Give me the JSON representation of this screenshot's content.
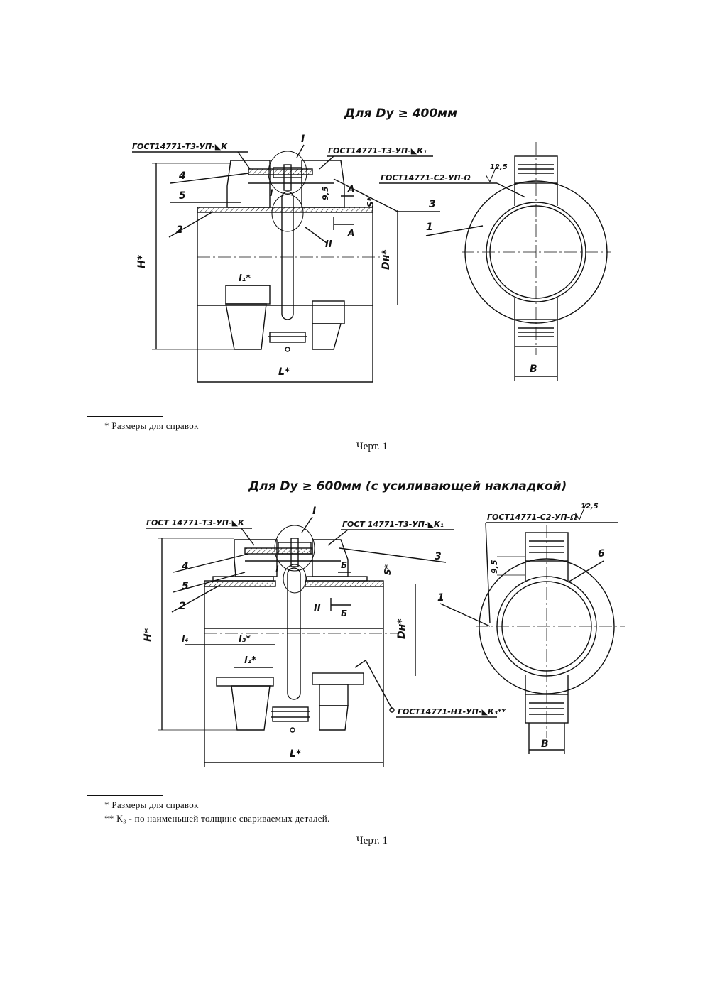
{
  "drawing1": {
    "title": "Для Dy ≥ 400мм",
    "weld_left": "ГОСТ14771-Т3-УП-◣К",
    "weld_right": "ГОСТ14771-Т3-УП-◣К₁",
    "weld_side": "ГОСТ14771-С2-УП-Ω",
    "roughness": "12,5",
    "pos_4": "4",
    "pos_5": "5",
    "pos_2": "2",
    "pos_3": "3",
    "pos_1": "1",
    "view_I": "I",
    "view_II": "II",
    "section": "А",
    "dim_l": "l",
    "dim_95": "9,5",
    "dim_S": "S*",
    "dim_Dn": "Dн*",
    "dim_H": "H*",
    "dim_L": "L*",
    "dim_l1": "l₁*",
    "dim_B": "B"
  },
  "footnote1": "* Размеры для справок",
  "caption1": "Черт. 1",
  "drawing2": {
    "title": "Для Dy ≥ 600мм  (с усиливающей накладкой)",
    "weld_left": "ГОСТ 14771-Т3-УП-◣К",
    "weld_right": "ГОСТ 14771-Т3-УП-◣К₁",
    "weld_side": "ГОСТ14771-С2-УП-Ω",
    "weld_bottom": "ГОСТ14771-Н1-УП-◣К₃**",
    "roughness": "12,5",
    "pos_4": "4",
    "pos_5": "5",
    "pos_2": "2",
    "pos_3": "3",
    "pos_1": "1",
    "pos_6": "6",
    "view_I": "I",
    "view_II": "II",
    "section": "Б",
    "dim_l": "l",
    "dim_95": "9,5",
    "dim_S": "S*",
    "dim_Dn": "Dн*",
    "dim_H": "H*",
    "dim_L": "L*",
    "dim_l1": "l₁*",
    "dim_l3": "l₃*",
    "dim_l4": "l₄",
    "dim_B": "B"
  },
  "footnote2": "* Размеры для справок",
  "footnote3": "** К₃ - по наименьшей толщине свариваемых деталей.",
  "caption2": "Черт. 1"
}
